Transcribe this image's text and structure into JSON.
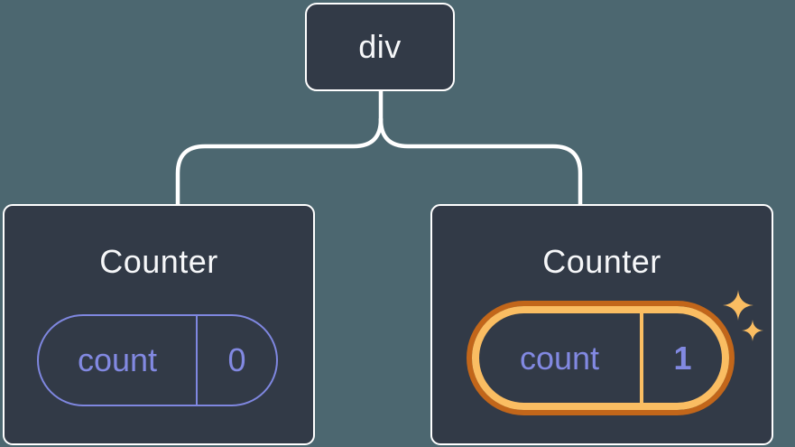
{
  "tree": {
    "root": {
      "label": "div"
    },
    "children": [
      {
        "title": "Counter",
        "state": {
          "name": "count",
          "value": "0"
        },
        "highlighted": false
      },
      {
        "title": "Counter",
        "state": {
          "name": "count",
          "value": "1"
        },
        "highlighted": true
      }
    ]
  },
  "icons": {
    "sparkles": "sparkles-icon"
  },
  "colors": {
    "background": "#4c6770",
    "node_fill": "#323a47",
    "node_border": "#ffffff",
    "connector": "#ffffff",
    "state_accent": "#8289e2",
    "highlight_ring_outer": "#c2661a",
    "highlight_ring_inner": "#fabd62",
    "title_text": "#f6f7f9"
  }
}
